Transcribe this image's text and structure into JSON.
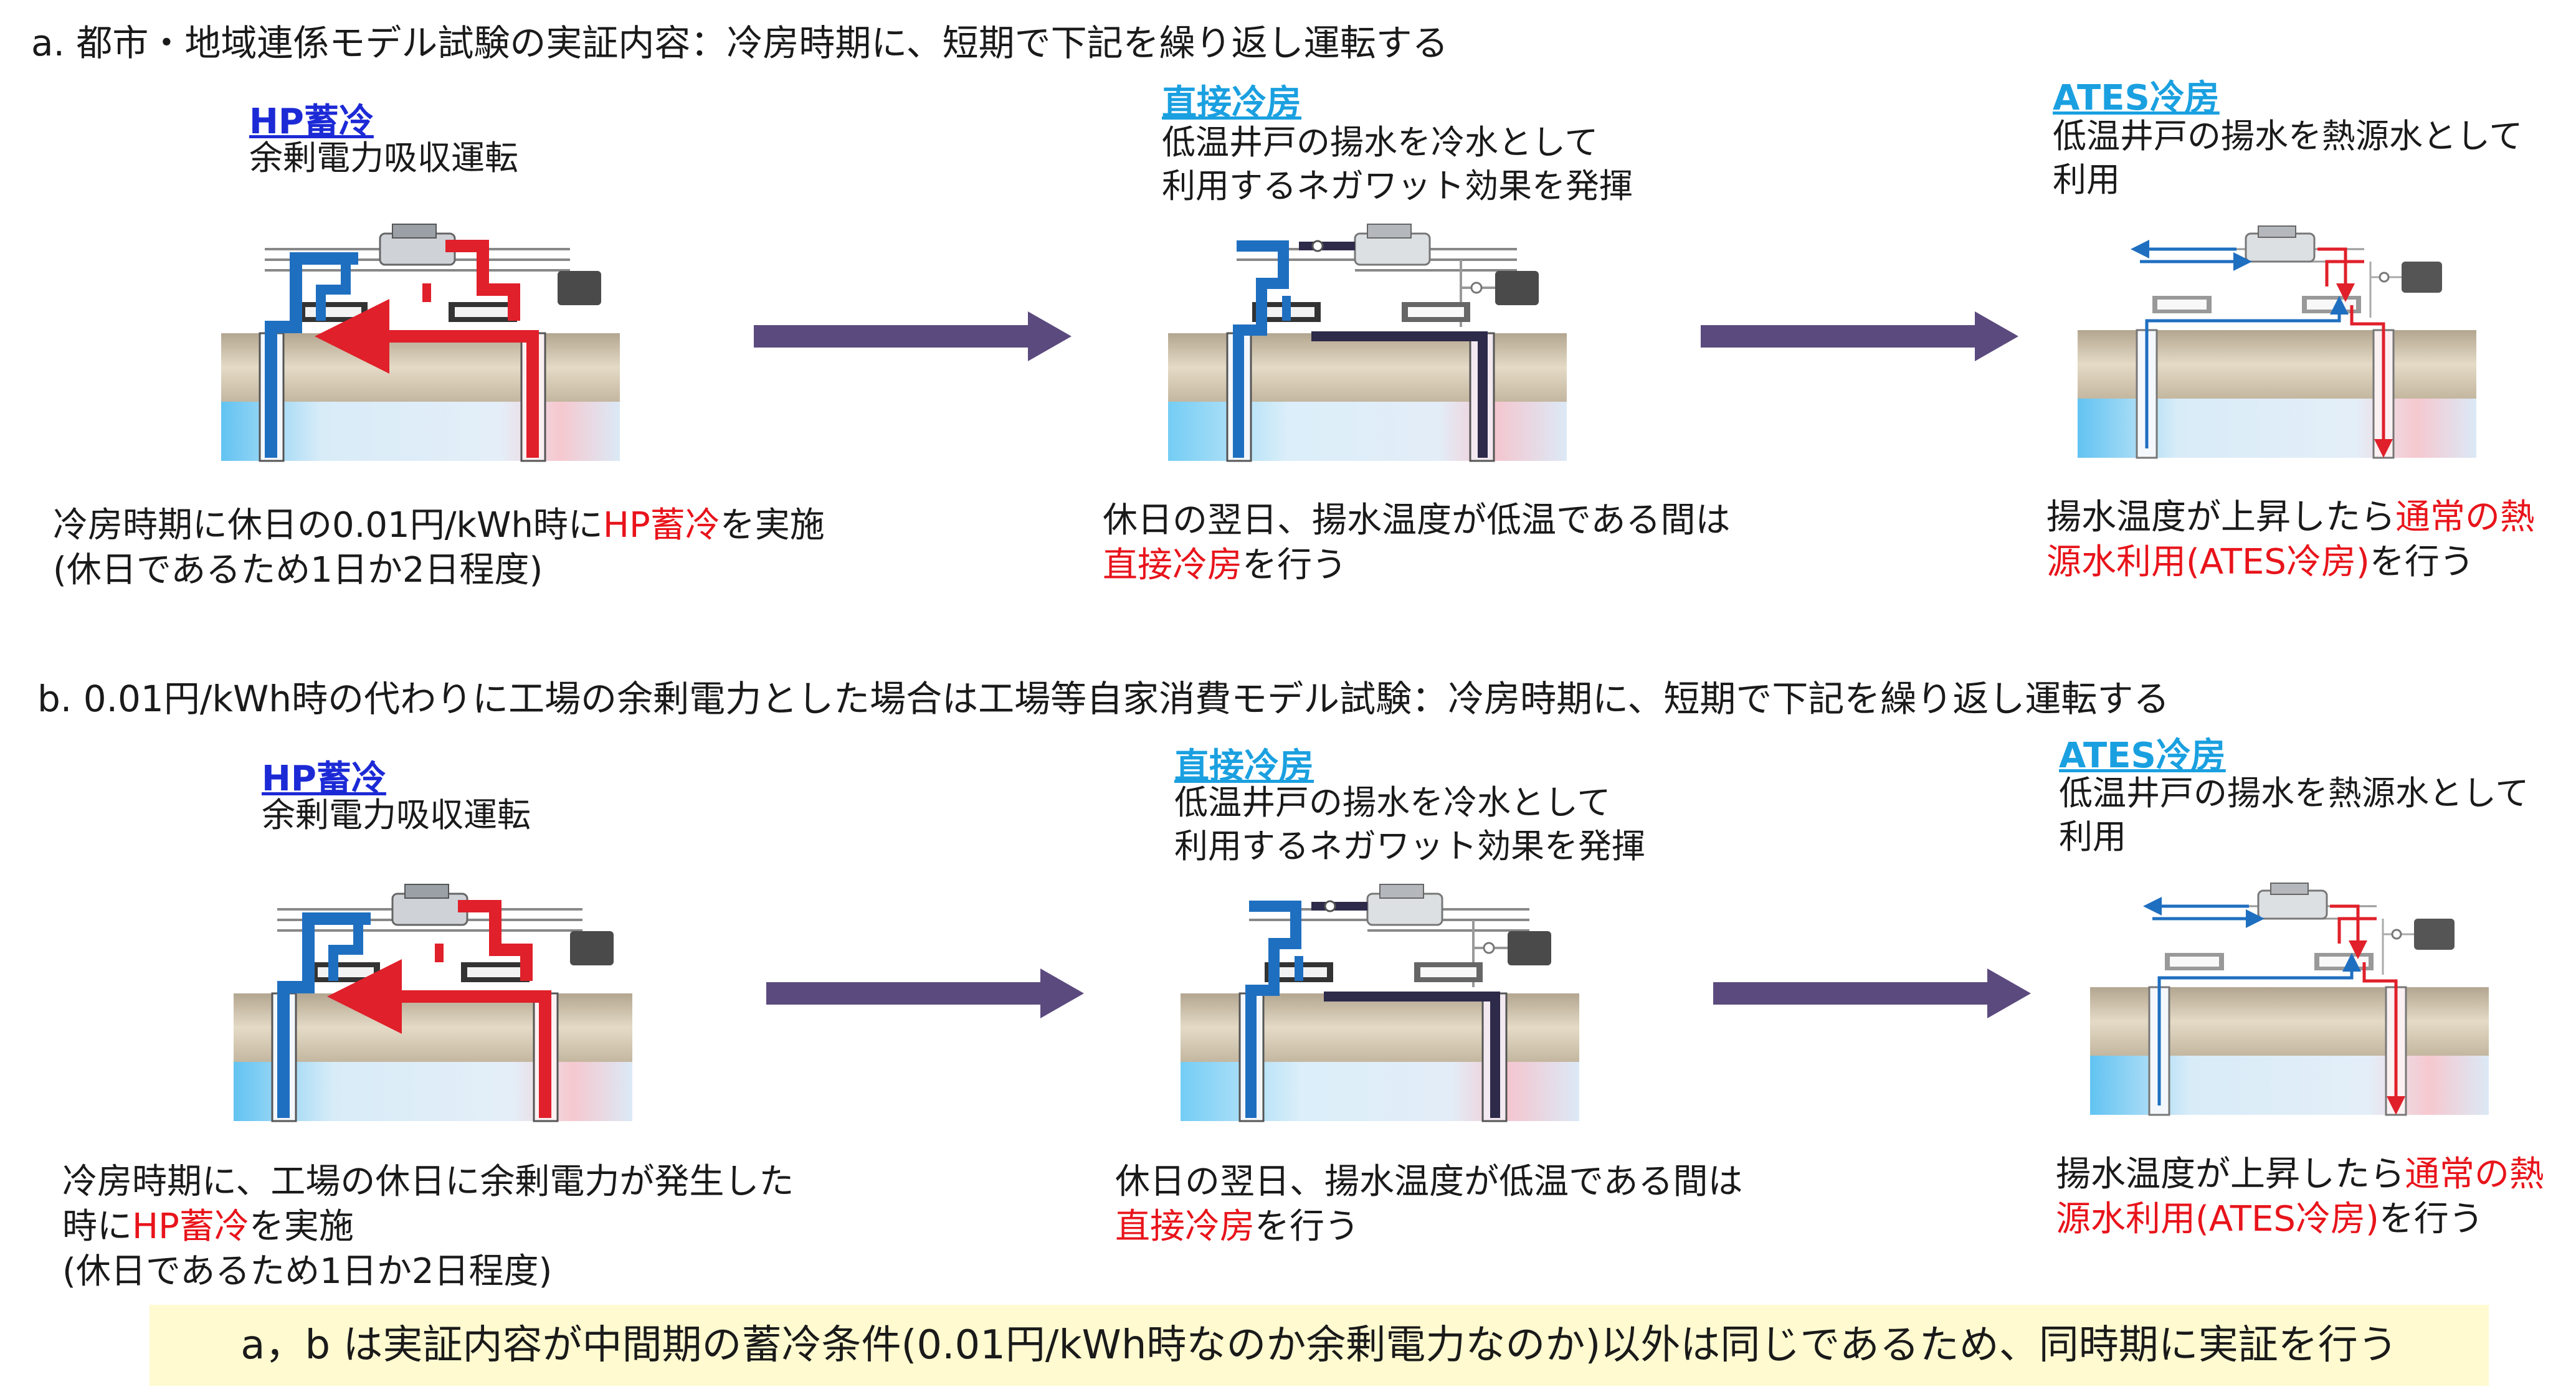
{
  "section_a": {
    "title": "a.  都市・地域連係モデル試験の実証内容：冷房時期に、短期で下記を繰り返し運転する",
    "panels": [
      {
        "heading": "HP蓄冷",
        "sub": [
          "余剰電力吸収運転"
        ]
      },
      {
        "heading": "直接冷房",
        "sub": [
          "低温井戸の揚水を冷水として",
          "利用するネガワット効果を発揮"
        ]
      },
      {
        "heading": "ATES冷房",
        "sub": [
          "低温井戸の揚水を熱源水として",
          "利用"
        ]
      }
    ],
    "captions": {
      "c1_l1_pre": "冷房時期に休日の0.01円/kWh時に",
      "c1_l1_red": "HP蓄冷",
      "c1_l1_post": "を実施",
      "c1_l2": "(休日であるため1日か2日程度)",
      "c2_l1": "休日の翌日、揚水温度が低温である間は",
      "c2_l2_red": "直接冷房",
      "c2_l2_post": "を行う",
      "c3_l1_pre": "揚水温度が上昇したら",
      "c3_l1_red": "通常の熱",
      "c3_l2_red": "源水利用(ATES冷房)",
      "c3_l2_post": "を行う"
    }
  },
  "section_b": {
    "title": "b.  0.01円/kWh時の代わりに工場の余剰電力とした場合は工場等自家消費モデル試験：冷房時期に、短期で下記を繰り返し運転する",
    "panels": [
      {
        "heading": "HP蓄冷",
        "sub": [
          "余剰電力吸収運転"
        ]
      },
      {
        "heading": "直接冷房",
        "sub": [
          "低温井戸の揚水を冷水として",
          "利用するネガワット効果を発揮"
        ]
      },
      {
        "heading": "ATES冷房",
        "sub": [
          "低温井戸の揚水を熱源水として",
          "利用"
        ]
      }
    ],
    "captions": {
      "c1_l1": "冷房時期に、工場の休日に余剰電力が発生した",
      "c1_l2_pre": "時に",
      "c1_l2_red": "HP蓄冷",
      "c1_l2_post": "を実施",
      "c1_l3": "(休日であるため1日か2日程度)",
      "c2_l1": "休日の翌日、揚水温度が低温である間は",
      "c2_l2_red": "直接冷房",
      "c2_l2_post": "を行う",
      "c3_l1_pre": "揚水温度が上昇したら",
      "c3_l1_red": "通常の熱",
      "c3_l2_red": "源水利用(ATES冷房)",
      "c3_l2_post": "を行う"
    }
  },
  "footer_note": "a，b  は実証内容が中間期の蓄冷条件(0.01円/kWh時なのか余剰電力なのか)以外は同じであるため、同時期に実証を行う",
  "colors": {
    "arrow": "#5b4a7e",
    "pipe_blue": "#1f6fc0",
    "pipe_red": "#e0202a",
    "pipe_dark": "#2d2a4a",
    "ground": "#c9bca6",
    "aquifer": "#d2e6f6",
    "heading_blue": "#1c2ad6",
    "heading_cyan": "#1aa0e0",
    "note_bg": "#fffad0"
  }
}
